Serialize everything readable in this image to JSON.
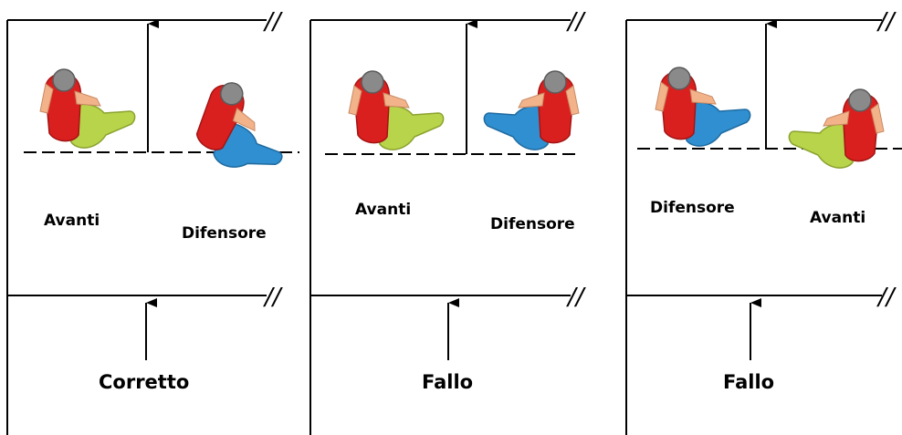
{
  "panels": [
    {
      "player_left": "Avanti",
      "player_right": "Difensore",
      "verdict": "Corretto",
      "player_left_shorts": "#b8d44a",
      "player_right_shorts": "#2f8fd0"
    },
    {
      "player_left": "Avanti",
      "player_right": "Difensore",
      "verdict": "Fallo",
      "player_left_shorts": "#b8d44a",
      "player_right_shorts": "#2f8fd0"
    },
    {
      "player_left": "Difensore",
      "player_right": "Avanti",
      "verdict": "Fallo",
      "player_left_shorts": "#2f8fd0",
      "player_right_shorts": "#b8d44a"
    }
  ],
  "colors": {
    "shirt": "#d9201f",
    "shirt_shadow": "#a31514",
    "skin": "#f2b38a",
    "head": "#8a8a8a",
    "line": "#000000"
  },
  "break_mark": "//"
}
